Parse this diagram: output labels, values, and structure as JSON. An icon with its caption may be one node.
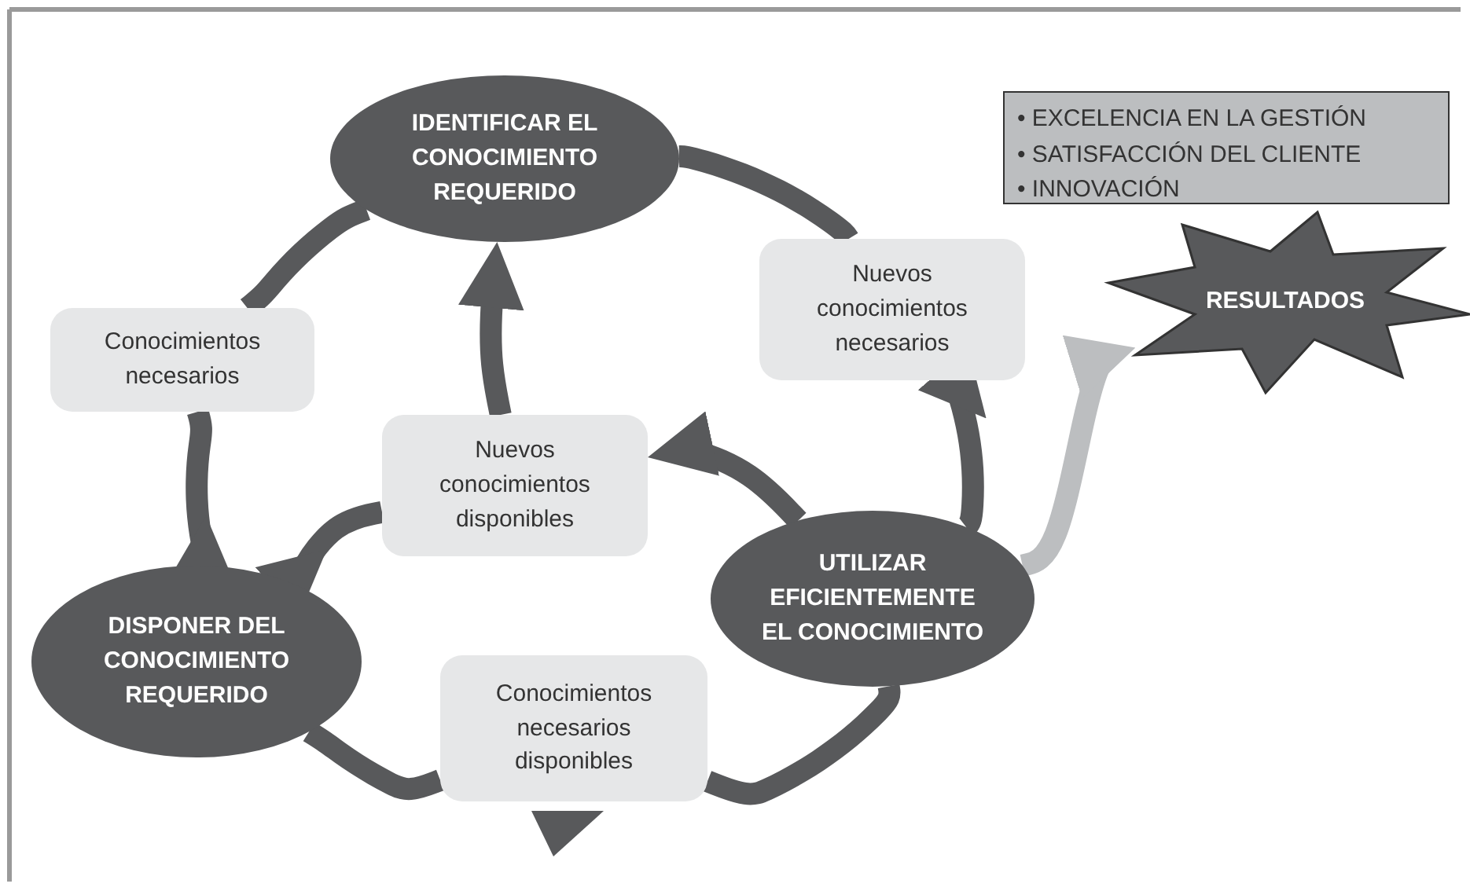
{
  "diagram": {
    "nodes": [
      {
        "text": [
          "IDENTIFICAR EL CONOCIMIENTO REQUERIDO"
        ]
      },
      {
        "text": [
          "• EXCELENCIA EN LA GESTIÓN",
          "• SATISFACCIÓN DEL CLIENTE",
          "• INNOVACIÓN"
        ]
      },
      {
        "text": [
          "Conocimientos necesarios"
        ]
      },
      {
        "text": [
          "Nuevos conocimientos necesarios"
        ]
      },
      {
        "text": [
          "RESULTADOS"
        ]
      },
      {
        "text": [
          "Nuevos conocimientos disponibles"
        ]
      },
      {
        "text": [
          "UTILIZAR EFICIENTEMENTE EL CONOCIMIENTO"
        ]
      },
      {
        "text": [
          "DISPONER DEL CONOCIMIENTO REQUERIDO"
        ]
      },
      {
        "text": [
          "Conocimientos necesarios disponibles"
        ]
      }
    ],
    "edges": [
      {
        "from": 0,
        "to": 2,
        "arrow": "none"
      },
      {
        "from": 2,
        "to": 7,
        "arrow": "to"
      },
      {
        "from": 7,
        "to": 8,
        "arrow": "none"
      },
      {
        "from": 8,
        "to": 6,
        "arrow": "none"
      },
      {
        "from": 6,
        "to": 3,
        "arrow": "to"
      },
      {
        "from": 3,
        "to": 0,
        "arrow": "none"
      },
      {
        "from": 6,
        "to": 5,
        "arrow": "to"
      },
      {
        "from": 5,
        "to": 7,
        "arrow": "to"
      },
      {
        "from": 5,
        "to": 0,
        "arrow": "to"
      },
      {
        "from": 6,
        "to": 4,
        "arrow": "to",
        "color": "#bcbec0"
      }
    ]
  }
}
